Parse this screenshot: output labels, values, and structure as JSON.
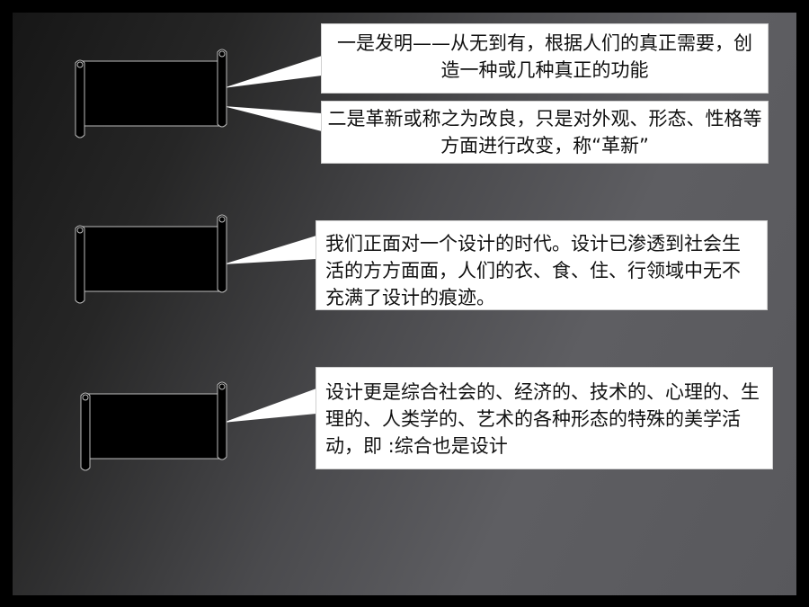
{
  "callouts": [
    "一是发明——从无到有，根据人们的真正需要，创造一种或几种真正的功能",
    "二是革新或称之为改良，只是对外观、形态、性格等方面进行改变，称“革新”",
    "我们正面对一个设计的时代。设计已渗透到社会生活的方方面面，人们的衣、食、住、行领域中无不充满了设计的痕迹。",
    "设计更是综合社会的、经济的、技术的、心理的、生理的、人类学的、艺术的各种形态的特殊的美学活动，即  :综合也是设计"
  ],
  "colors": {
    "scroll_fill": "#000000",
    "callout_bg": "#ffffff",
    "text": "#111111"
  },
  "icons": [
    "scroll-banner-icon"
  ]
}
